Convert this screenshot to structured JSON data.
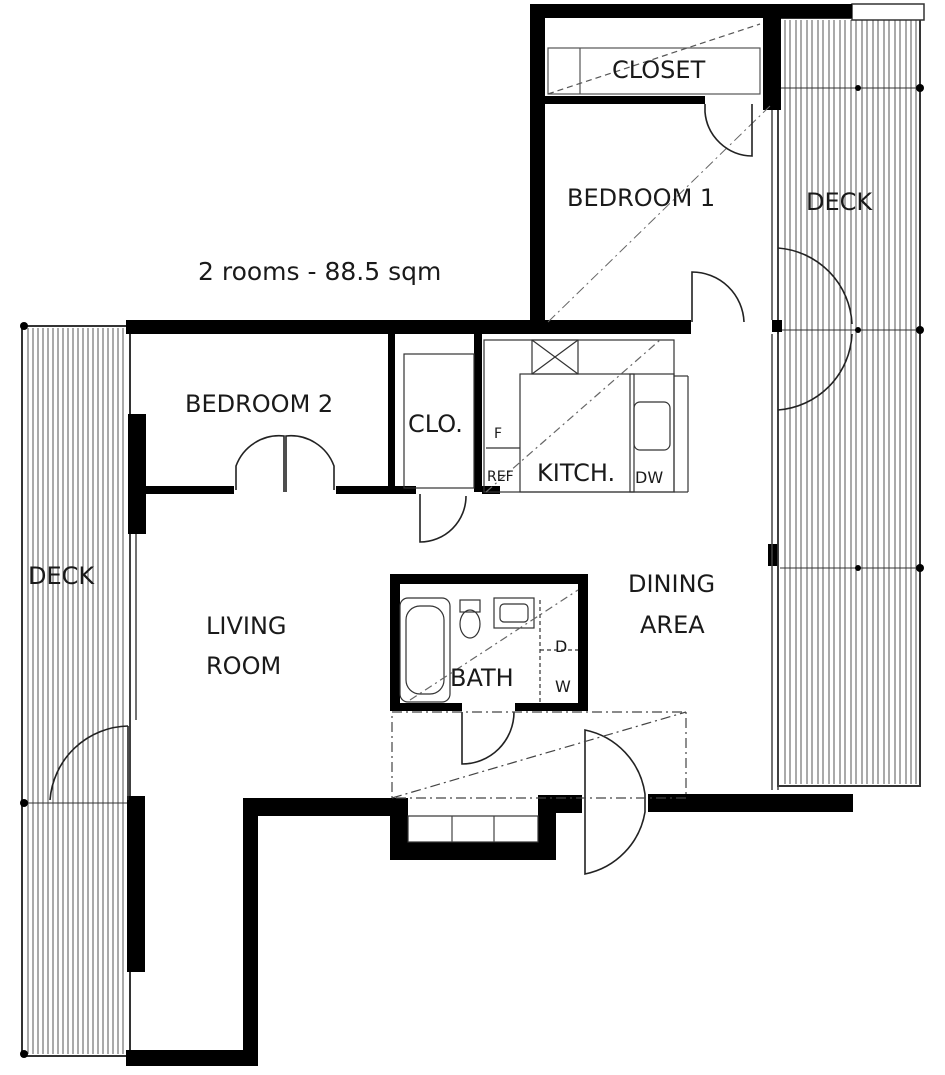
{
  "plan": {
    "title": "2 rooms - 88.5 sqm",
    "rooms": {
      "closet": "CLOSET",
      "bedroom1": "BEDROOM 1",
      "deck_right": "DECK",
      "bedroom2": "BEDROOM 2",
      "clo": "CLO.",
      "f": "F",
      "ref": "REF",
      "kitchen": "KITCH.",
      "dw": "DW",
      "deck_left": "DECK",
      "dining_line1": "DINING",
      "dining_line2": "AREA",
      "living_line1": "LIVING",
      "living_line2": "ROOM",
      "bath": "BATH",
      "d": "D",
      "w": "W"
    },
    "colors": {
      "wall": "#000000",
      "line": "#555555",
      "background": "#ffffff"
    }
  }
}
